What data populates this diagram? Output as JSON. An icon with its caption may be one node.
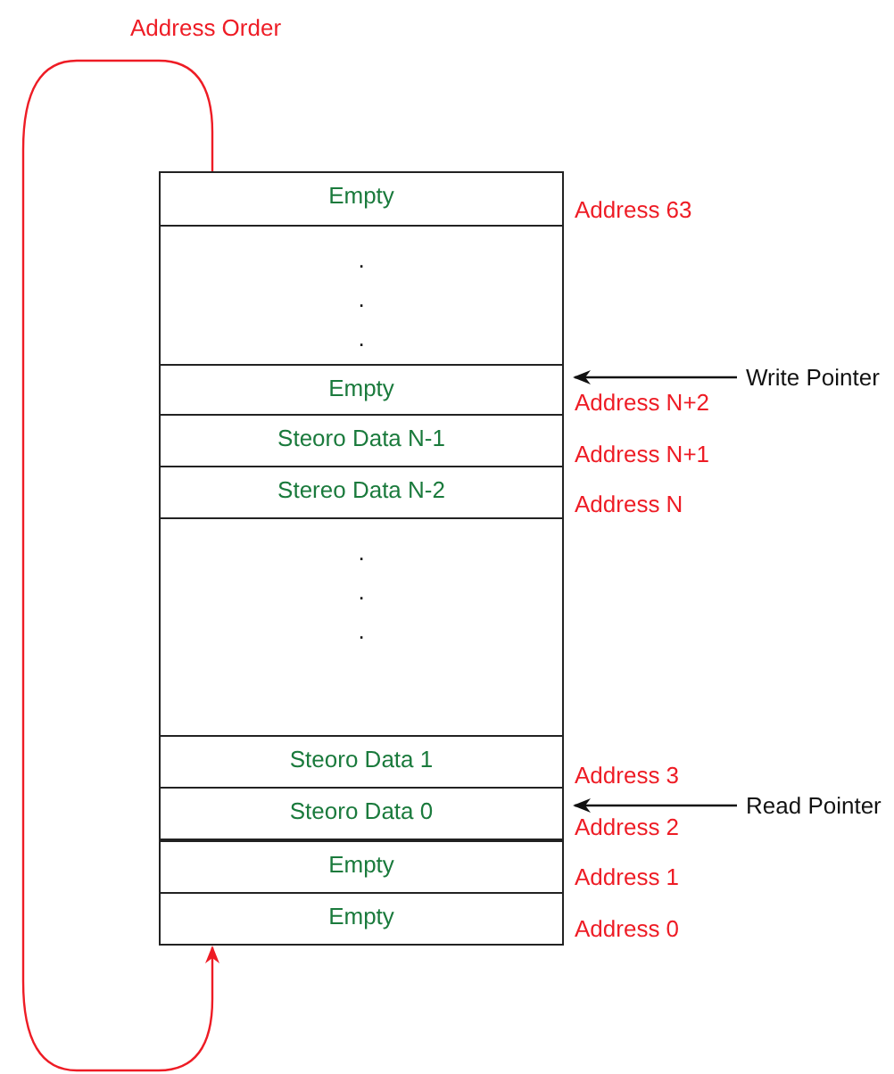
{
  "diagram": {
    "nodes": [
      {
        "text": [
          "Empty"
        ],
        "beside": [
          "Address 63"
        ]
      },
      {
        "text": [
          ". . ."
        ]
      },
      {
        "text": [
          "Empty"
        ],
        "beside": [
          "Address N+2"
        ]
      },
      {
        "text": [
          "Steoro Data N-1"
        ],
        "beside": [
          "Address N+1"
        ]
      },
      {
        "text": [
          "Stereo Data N-2"
        ],
        "beside": [
          "Address N"
        ]
      },
      {
        "text": [
          ". . ."
        ]
      },
      {
        "text": [
          "Steoro Data 1"
        ],
        "beside": [
          "Address 3"
        ]
      },
      {
        "text": [
          "Steoro Data 0"
        ],
        "beside": [
          "Address 2"
        ]
      },
      {
        "text": [
          "Empty"
        ],
        "beside": [
          "Address 1"
        ]
      },
      {
        "text": [
          "Empty"
        ],
        "beside": [
          "Address 0"
        ]
      },
      {
        "text": [
          "Write Pointer"
        ]
      },
      {
        "text": [
          "Read Pointer"
        ]
      }
    ],
    "edges": [
      {
        "from": 10,
        "to": 2,
        "arrow": "to"
      },
      {
        "from": 11,
        "to": 7,
        "arrow": "to"
      },
      {
        "from": 0,
        "to": 9,
        "arrow": "to",
        "label": "Address Order",
        "color": "#ee1c25"
      }
    ]
  }
}
